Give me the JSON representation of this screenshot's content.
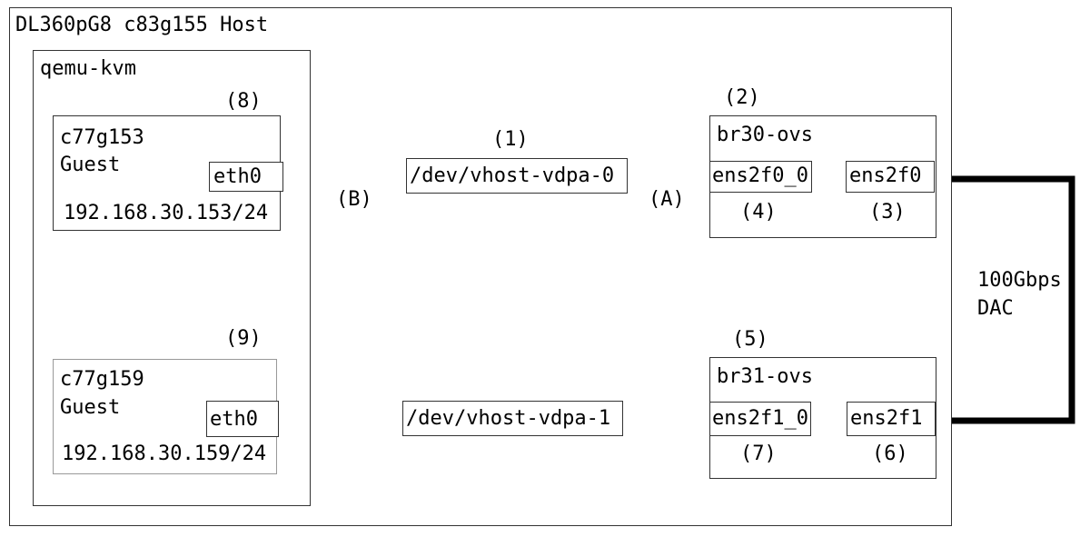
{
  "host": {
    "title": "DL360pG8 c83g155 Host"
  },
  "hypervisor": {
    "title": "qemu-kvm"
  },
  "guest1": {
    "number": "(8)",
    "name": "c77g153",
    "role": "Guest",
    "nic": "eth0",
    "ip": "192.168.30.153/24"
  },
  "guest2": {
    "number": "(9)",
    "name": "c77g159",
    "role": "Guest",
    "nic": "eth0",
    "ip": "192.168.30.159/24"
  },
  "vdpa0": {
    "number": "(1)",
    "label": "/dev/vhost-vdpa-0"
  },
  "vdpa1": {
    "label": "/dev/vhost-vdpa-1"
  },
  "bridge30": {
    "number": "(2)",
    "name": "br30-ovs",
    "port_rep": "ens2f0_0",
    "port_rep_number": "(4)",
    "uplink": "ens2f0",
    "uplink_number": "(3)"
  },
  "bridge31": {
    "number": "(5)",
    "name": "br31-ovs",
    "port_rep": "ens2f1_0",
    "port_rep_number": "(7)",
    "uplink": "ens2f1",
    "uplink_number": "(6)"
  },
  "links": {
    "a_label": "(A)",
    "b_label": "(B)",
    "dac_line1": "100Gbps",
    "dac_line2": "DAC"
  },
  "colors": {
    "vdpa_link": "#f0a070",
    "line": "#000000"
  }
}
